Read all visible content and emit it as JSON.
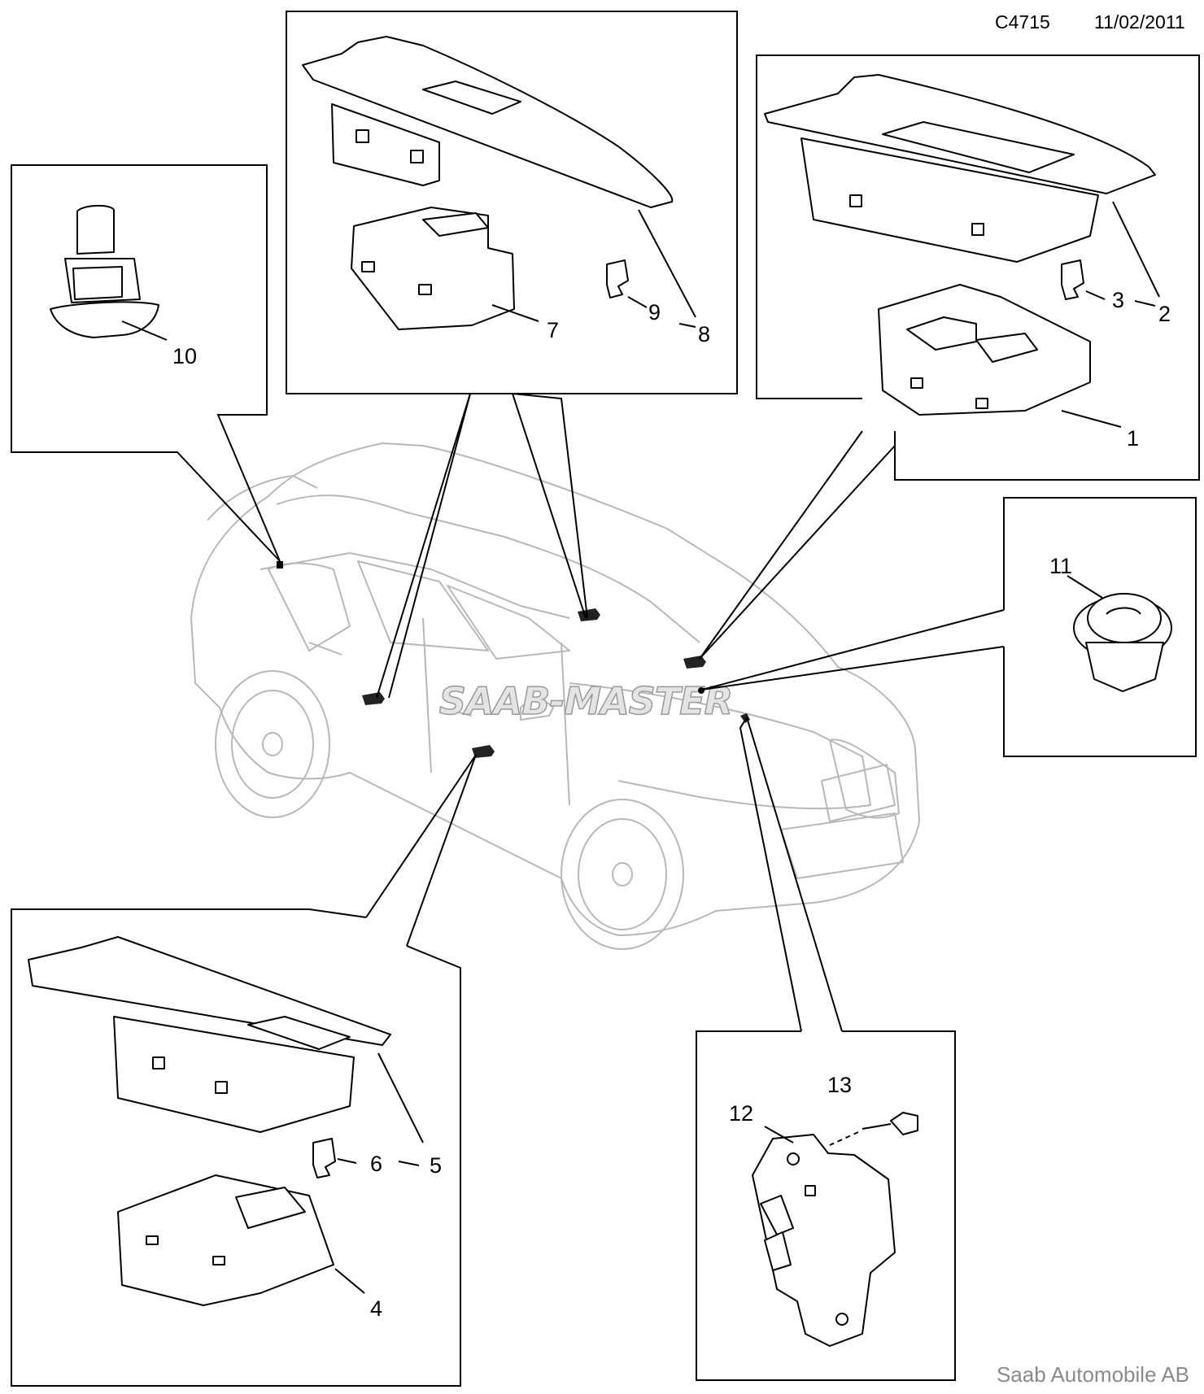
{
  "header": {
    "code": "C4715",
    "date": "11/02/2011"
  },
  "footer": {
    "brand": "Saab Automobile AB"
  },
  "watermark": "SAAB-MASTER",
  "callouts": {
    "c1": "1",
    "c2": "2",
    "c3": "3",
    "c4": "4",
    "c5": "5",
    "c6": "6",
    "c7": "7",
    "c8": "8",
    "c9": "9",
    "c10": "10",
    "c11": "11",
    "c12": "12",
    "c13": "13"
  }
}
